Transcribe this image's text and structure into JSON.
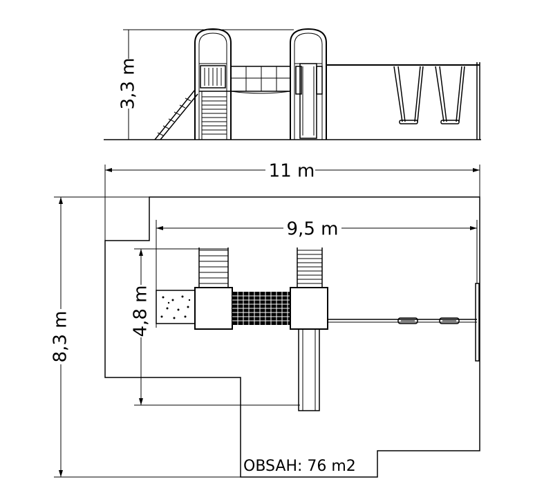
{
  "dimensions": {
    "height_side": "3,3 m",
    "total_width": "11 m",
    "inner_width": "9,5 m",
    "total_depth": "8,3 m",
    "inner_depth": "4,8 m"
  },
  "area_label": "OBSAH: 76 m2"
}
